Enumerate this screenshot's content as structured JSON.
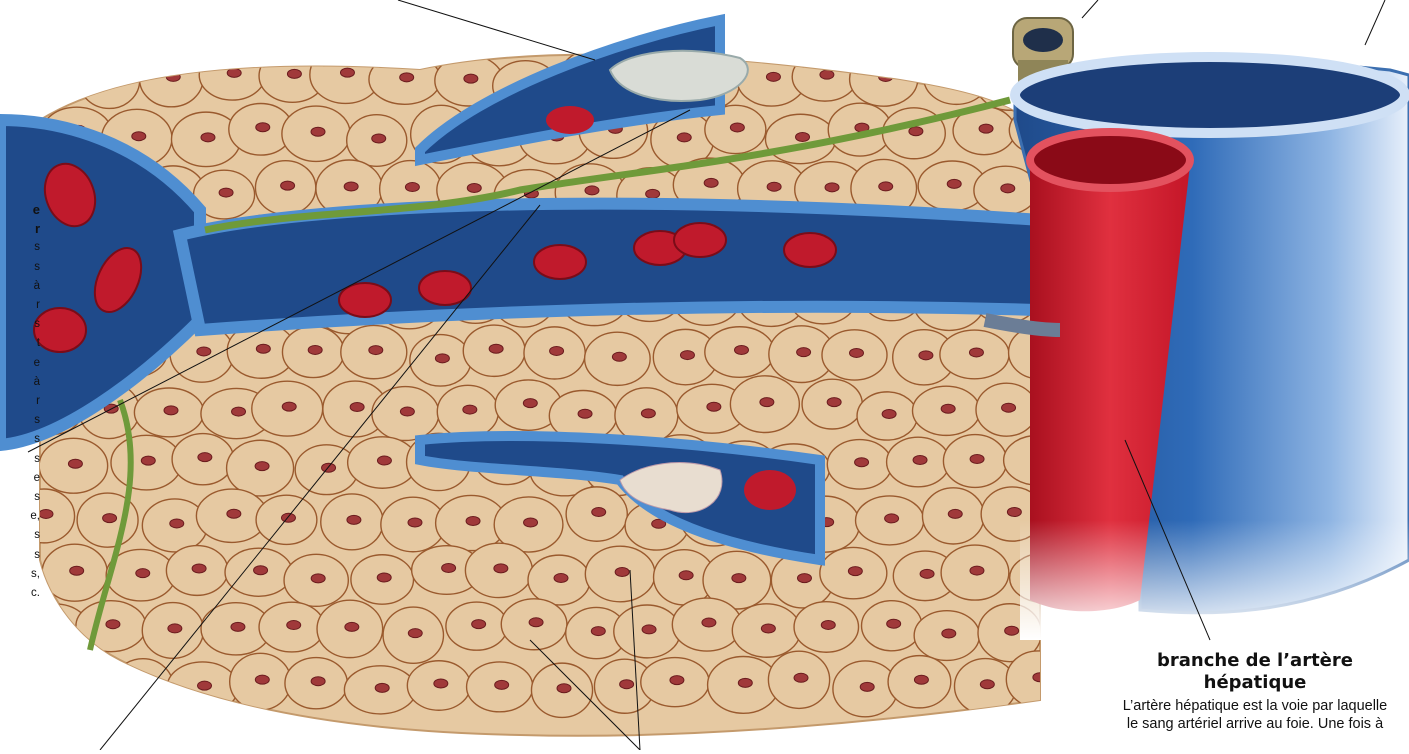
{
  "left_edge": {
    "title_fragments": [
      "e",
      "r"
    ],
    "line_fragments": [
      "s",
      "s",
      "à",
      "r",
      "s",
      "t",
      "e",
      "à",
      "r",
      "s",
      "s",
      "s",
      "e",
      "s",
      "e,",
      "s",
      "s",
      "s,",
      "c."
    ]
  },
  "hepatic_branch": {
    "title_line1": "branche de l’artère",
    "title_line2": "hépatique",
    "body_line1": "L’artère hépatique est la voie par laquelle",
    "body_line2": "le sang artériel arrive au foie. Une fois à"
  },
  "colors": {
    "hepatocyte": "#e6c9a2",
    "hepatocyte_outline": "#9a5a2e",
    "nucleus": "#a0393a",
    "vessel_wall": "#4f8ed1",
    "vessel_lumen": "#1f4a8a",
    "portal_vein": "#2f6bb8",
    "artery": "#cf1f30",
    "bile_canaliculus": "#6f9a3a",
    "red_blood_cell": "#c01a2c",
    "kupffer_cell": "#d9dcd6",
    "bile_duct": "#b8a777"
  }
}
